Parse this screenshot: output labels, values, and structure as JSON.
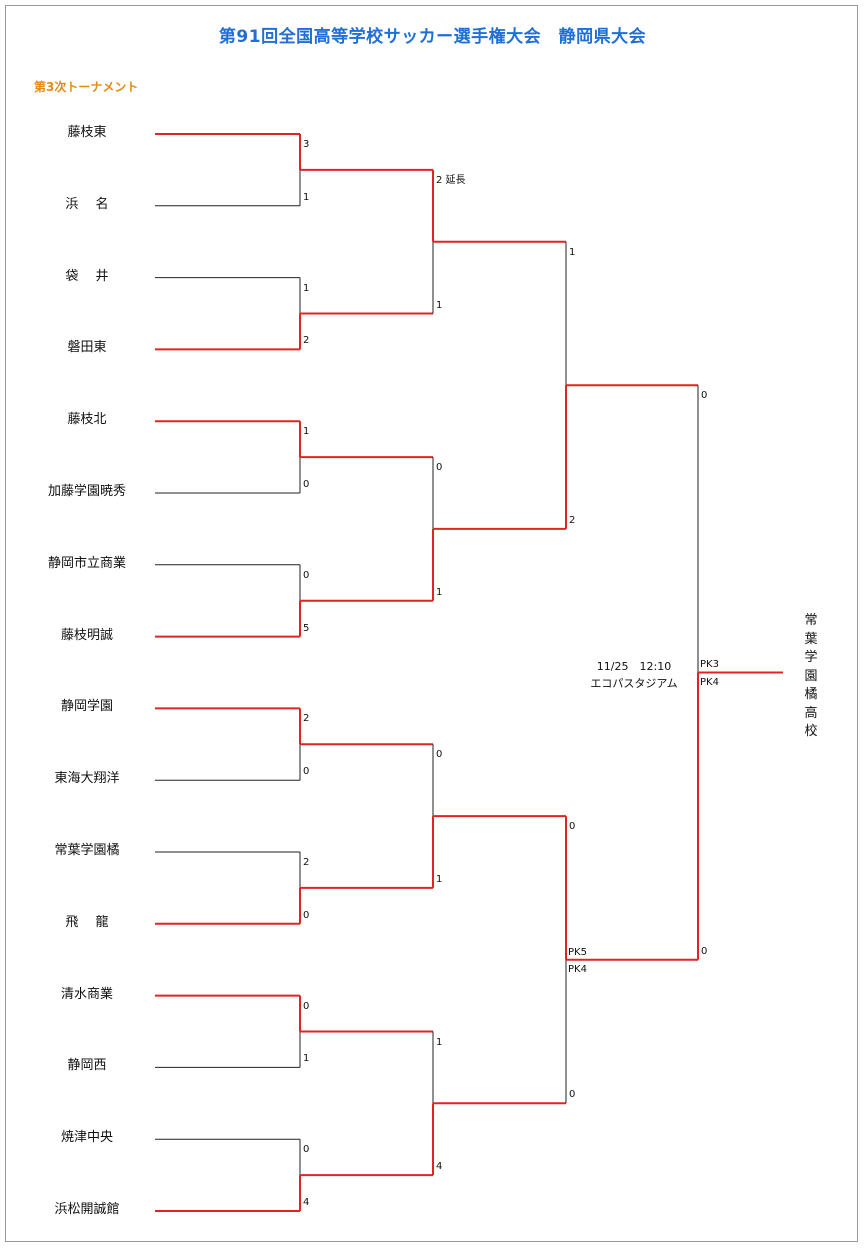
{
  "title": "第91回全国高等学校サッカー選手権大会　静岡県大会",
  "round_label": "第3次トーナメント",
  "colors": {
    "title": "#1f6fd6",
    "round_label": "#e58a12",
    "winner_line": "#e02424",
    "loser_line": "#222222"
  },
  "teams": [
    "藤枝東",
    "浜　 名",
    "袋　 井",
    "磐田東",
    "藤枝北",
    "加藤学園暁秀",
    "静岡市立商業",
    "藤枝明誠",
    "静岡学園",
    "東海大翔洋",
    "常葉学園橘",
    "飛　 龍",
    "清水商業",
    "静岡西",
    "焼津中央",
    "浜松開誠館"
  ],
  "round1_scores": [
    "3",
    "1",
    "1",
    "2",
    "1",
    "0",
    "0",
    "5",
    "2",
    "0",
    "2",
    "0",
    "0",
    "1",
    "0",
    "4"
  ],
  "round1_winners": [
    0,
    1,
    0,
    1,
    0,
    1,
    0,
    1
  ],
  "round2_scores": [
    "2 延長",
    "1",
    "0",
    "1",
    "0",
    "1",
    "1",
    "4"
  ],
  "round2_winners": [
    0,
    1,
    1,
    1
  ],
  "semifinal_scores": [
    "1",
    "2",
    "0",
    "0"
  ],
  "semifinal_pk": [
    "",
    "",
    "PK5",
    "PK4"
  ],
  "semifinal_winners": [
    1,
    0
  ],
  "final_scores": [
    "0",
    "0"
  ],
  "final_pk": [
    "PK3",
    "PK4"
  ],
  "final_winner": 1,
  "match_info": {
    "date_time": "11/25　12:10",
    "venue": "エコパスタジアム"
  },
  "champion": "常葉学園橘高校"
}
